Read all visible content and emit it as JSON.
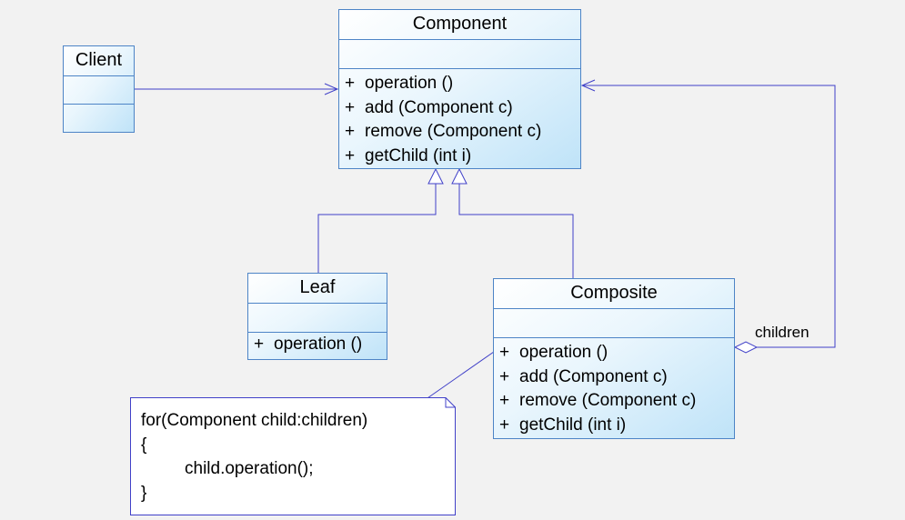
{
  "classes": {
    "component": {
      "name": "Component",
      "operations": [
        {
          "visibility": "+",
          "signature": "operation ()"
        },
        {
          "visibility": "+",
          "signature": "add (Component c)"
        },
        {
          "visibility": "+",
          "signature": "remove (Component c)"
        },
        {
          "visibility": "+",
          "signature": "getChild (int i)"
        }
      ]
    },
    "client": {
      "name": "Client",
      "operations": []
    },
    "leaf": {
      "name": "Leaf",
      "operations": [
        {
          "visibility": "+",
          "signature": "operation ()"
        }
      ]
    },
    "composite": {
      "name": "Composite",
      "operations": [
        {
          "visibility": "+",
          "signature": "operation ()"
        },
        {
          "visibility": "+",
          "signature": "add (Component c)"
        },
        {
          "visibility": "+",
          "signature": "remove (Component c)"
        },
        {
          "visibility": "+",
          "signature": "getChild (int i)"
        }
      ]
    }
  },
  "relations": {
    "aggregation_label": "children"
  },
  "note": {
    "lines": [
      "for(Component child:children)",
      "{",
      "child.operation();",
      "}"
    ]
  },
  "colors": {
    "line": "#4040c8",
    "border": "#4d84c6",
    "background": "#f2f2f2"
  }
}
